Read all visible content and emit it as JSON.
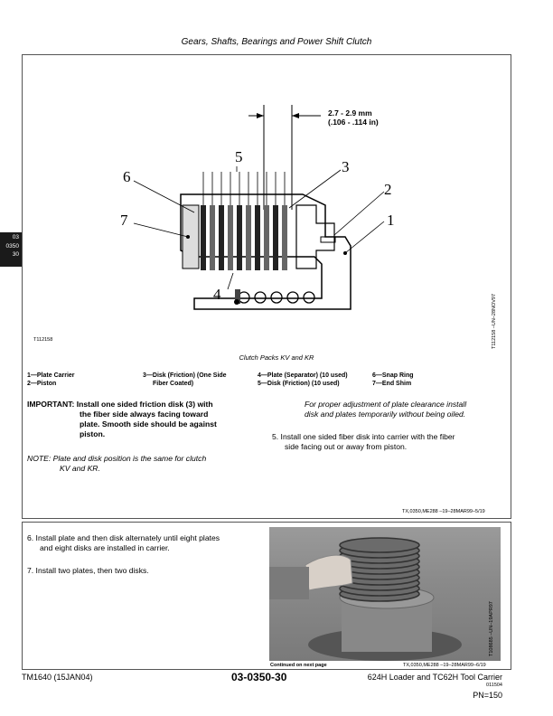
{
  "header": {
    "title": "Gears, Shafts, Bearings and Power Shift Clutch"
  },
  "side_tab": {
    "line1": "03",
    "line2": "0350",
    "line3": "30"
  },
  "figure1": {
    "dimension_mm": "2.7 - 2.9 mm",
    "dimension_in": "(.106 - .114 in)",
    "callouts": [
      "1",
      "2",
      "3",
      "4",
      "5",
      "6",
      "7"
    ],
    "image_id": "T112158",
    "side_id": "T112158 –UN–28NOV97",
    "caption": "Clutch Packs KV and KR"
  },
  "legend": {
    "col1": [
      "1—Plate Carrier",
      "2—Piston"
    ],
    "col2": [
      "3—Disk (Friction) (One Side",
      "Fiber Coated)"
    ],
    "col3": [
      "4—Plate (Separator) (10 used)",
      "5—Disk (Friction) (10 used)"
    ],
    "col4": [
      "6—Snap Ring",
      "7—End Shim"
    ]
  },
  "section1": {
    "important_label": "IMPORTANT:",
    "important_text1": "Install one sided friction disk (3) with",
    "important_text2": "the fiber side always facing toward",
    "important_text3": "plate. Smooth side should be against",
    "important_text4": "piston.",
    "note1": "NOTE:  Plate and disk position is the same for clutch",
    "note2": "KV and KR.",
    "italic1": "For proper adjustment of plate clearance install",
    "italic2": "disk and plates temporarily without being oiled.",
    "step5_a": "5.  Install one sided fiber disk into carrier with the fiber",
    "step5_b": "side facing out or away from piston.",
    "ref": "TX,0350,ME288   –19–28MAR99–5/19"
  },
  "section2": {
    "step6_a": "6.  Install plate and then disk alternately until eight plates",
    "step6_b": "and eight disks are installed in carrier.",
    "step7": "7.  Install two plates, then two disks.",
    "photo_side_id": "T108685 –UN–19APR97",
    "continued": "Continued on next page",
    "ref": "TX,0350,ME288   –19–28MAR99–6/19"
  },
  "footer": {
    "left": "TM1640 (15JAN04)",
    "center": "03-0350-30",
    "right": "624H Loader and TC62H Tool Carrier",
    "code": "011504",
    "page": "PN=150"
  }
}
